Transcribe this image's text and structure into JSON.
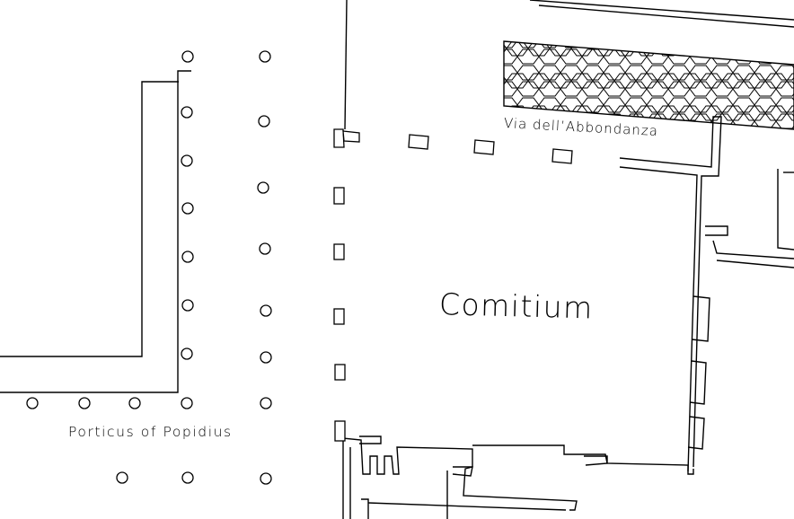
{
  "map": {
    "labels": {
      "comitium": "Comitium",
      "via_abbondanza": "Via dell’Abbondanza",
      "porticus_popidius": "Porticus of Popidius"
    },
    "colors": {
      "background": "#ffffff",
      "ink": "#000000"
    },
    "street_pattern": "hexagon-paving"
  }
}
